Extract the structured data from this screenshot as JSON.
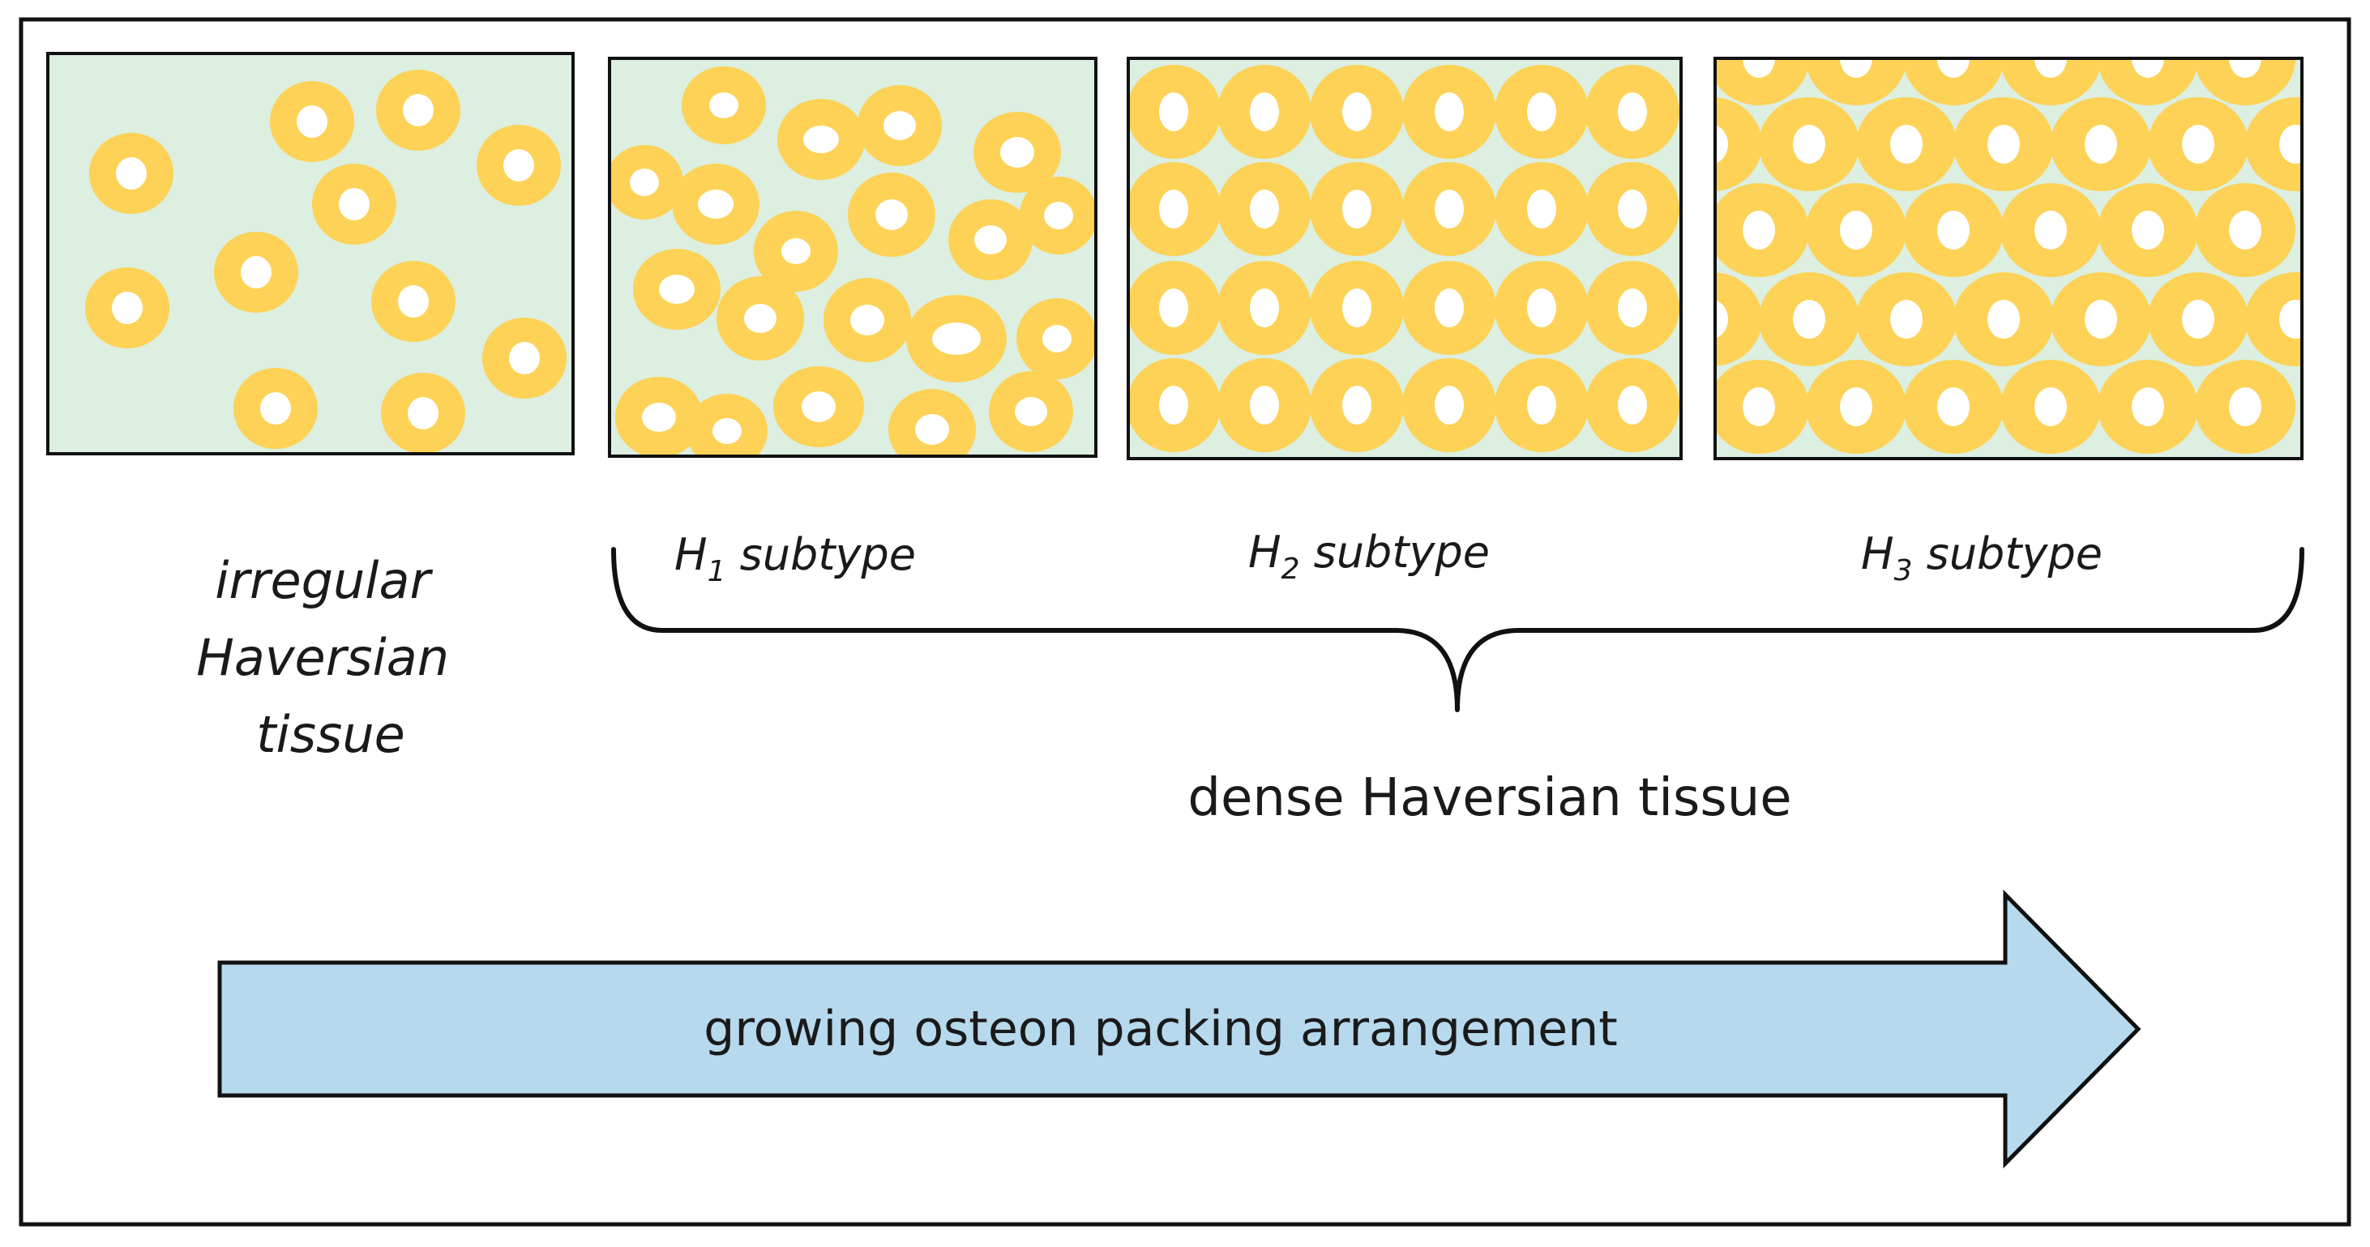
{
  "colors": {
    "tissue_background": "#dcefe0",
    "osteon_ring": "#fdd256",
    "osteon_canal": "#ffffff",
    "panel_border": "#111111",
    "arrow_fill": "#b6d9ee",
    "arrow_stroke": "#111111"
  },
  "panels": [
    {
      "key": "irregular",
      "label_lines": [
        "irregular",
        "Haversian",
        "tissue"
      ]
    },
    {
      "key": "h1",
      "label_main": "H",
      "label_sub": "1",
      "label_rest": " subtype"
    },
    {
      "key": "h2",
      "label_main": "H",
      "label_sub": "2",
      "label_rest": " subtype"
    },
    {
      "key": "h3",
      "label_main": "H",
      "label_sub": "3",
      "label_rest": " subtype"
    }
  ],
  "bracket_label": "dense Haversian tissue",
  "arrow_label": "growing osteon packing arrangement"
}
